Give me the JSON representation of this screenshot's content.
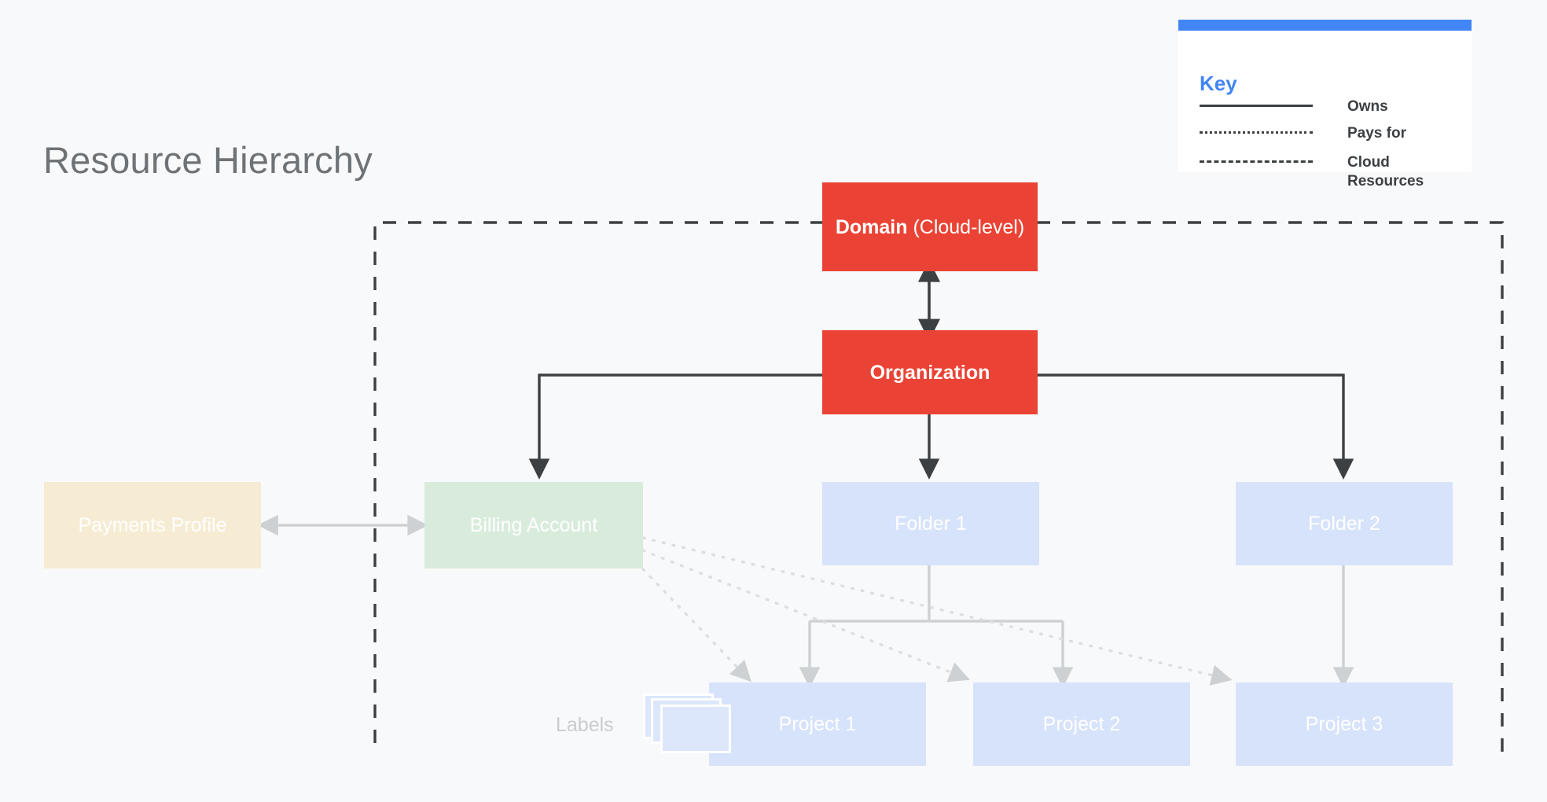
{
  "page": {
    "title": "Resource Hierarchy",
    "background_color": "#f8f9fa"
  },
  "colors": {
    "red": "#ea4335",
    "blue_accent": "#4285f4",
    "box_blue": "#d7e3fa",
    "box_green": "#d9ecdc",
    "box_cream": "#f6ecd4",
    "arrow_dark": "#3c4043",
    "arrow_light": "#cdd1d4",
    "title_gray": "#6e7377"
  },
  "key": {
    "title": "Key",
    "rows": [
      {
        "style": "solid",
        "label": "Owns"
      },
      {
        "style": "dotted",
        "label": "Pays for"
      },
      {
        "style": "dashed",
        "label": "Cloud Resources"
      }
    ]
  },
  "nodes": {
    "domain": {
      "label_bold": "Domain",
      "label_thin": " (Cloud-level)"
    },
    "organization": {
      "label": "Organization"
    },
    "payments_profile": {
      "label": "Payments Profile"
    },
    "billing_account": {
      "label": "Billing Account"
    },
    "folder_1": {
      "label": "Folder 1"
    },
    "folder_2": {
      "label": "Folder 2"
    },
    "project_1": {
      "label": "Project 1"
    },
    "project_2": {
      "label": "Project 2"
    },
    "project_3": {
      "label": "Project 3"
    },
    "labels": {
      "label": "Labels"
    }
  },
  "chart_data": {
    "type": "diagram",
    "title": "Resource Hierarchy",
    "legend": [
      {
        "line_style": "solid",
        "meaning": "Owns"
      },
      {
        "line_style": "dotted",
        "meaning": "Pays for"
      },
      {
        "line_style": "dashed",
        "meaning": "Cloud Resources"
      }
    ],
    "nodes": [
      {
        "id": "domain",
        "label": "Domain (Cloud-level)",
        "color": "#ea4335",
        "level": 0
      },
      {
        "id": "organization",
        "label": "Organization",
        "color": "#ea4335",
        "level": 1
      },
      {
        "id": "payments_profile",
        "label": "Payments Profile",
        "color": "#f6ecd4",
        "level": 2
      },
      {
        "id": "billing_account",
        "label": "Billing Account",
        "color": "#d9ecdc",
        "level": 2
      },
      {
        "id": "folder_1",
        "label": "Folder 1",
        "color": "#d7e3fa",
        "level": 2
      },
      {
        "id": "folder_2",
        "label": "Folder 2",
        "color": "#d7e3fa",
        "level": 2
      },
      {
        "id": "project_1",
        "label": "Project 1",
        "color": "#d7e3fa",
        "level": 3
      },
      {
        "id": "project_2",
        "label": "Project 2",
        "color": "#d7e3fa",
        "level": 3
      },
      {
        "id": "project_3",
        "label": "Project 3",
        "color": "#d7e3fa",
        "level": 3
      }
    ],
    "edges": [
      {
        "from": "domain",
        "to": "organization",
        "style": "solid",
        "relation": "Owns",
        "bidirectional": true
      },
      {
        "from": "organization",
        "to": "billing_account",
        "style": "solid",
        "relation": "Owns"
      },
      {
        "from": "organization",
        "to": "folder_1",
        "style": "solid",
        "relation": "Owns"
      },
      {
        "from": "organization",
        "to": "folder_2",
        "style": "solid",
        "relation": "Owns"
      },
      {
        "from": "payments_profile",
        "to": "billing_account",
        "style": "solid",
        "relation": "Owns",
        "bidirectional": true
      },
      {
        "from": "billing_account",
        "to": "project_1",
        "style": "dotted",
        "relation": "Pays for"
      },
      {
        "from": "billing_account",
        "to": "project_2",
        "style": "dotted",
        "relation": "Pays for"
      },
      {
        "from": "billing_account",
        "to": "project_3",
        "style": "dotted",
        "relation": "Pays for"
      },
      {
        "from": "folder_1",
        "to": "project_1",
        "style": "solid",
        "relation": "Owns"
      },
      {
        "from": "folder_1",
        "to": "project_2",
        "style": "solid",
        "relation": "Owns"
      },
      {
        "from": "folder_2",
        "to": "project_3",
        "style": "solid",
        "relation": "Owns"
      }
    ],
    "cloud_resources_boundary": {
      "style": "dashed",
      "encloses": [
        "organization",
        "billing_account",
        "folder_1",
        "folder_2",
        "project_1",
        "project_2",
        "project_3"
      ]
    },
    "annotations": [
      {
        "id": "labels",
        "text": "Labels",
        "attached_to": "project_1"
      }
    ]
  }
}
